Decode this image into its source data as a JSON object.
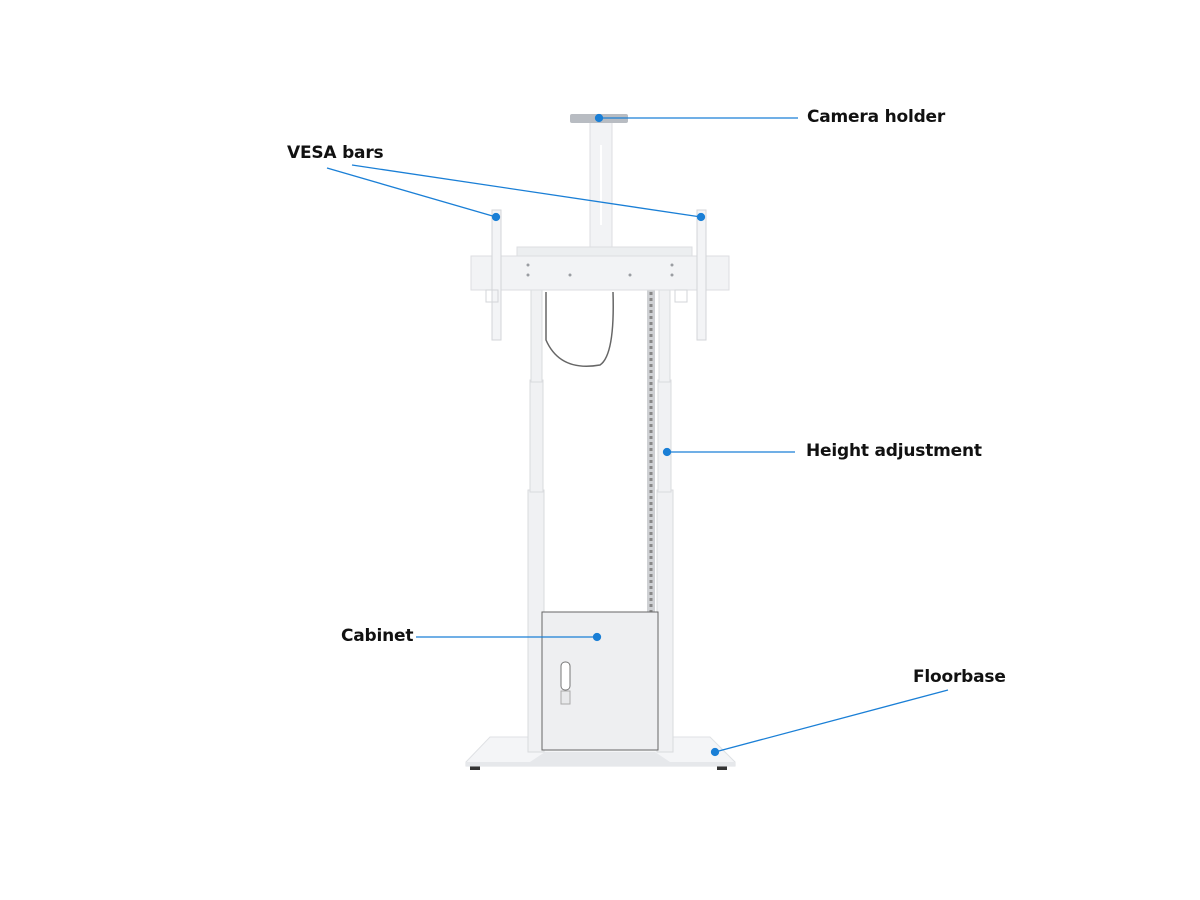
{
  "title": "Motorized display stand components",
  "labels": {
    "camera_holder": "Camera holder",
    "vesa_bars": "VESA bars",
    "height_adjustment": "Height adjustment",
    "cabinet": "Cabinet",
    "floorbase": "Floorbase"
  },
  "colors": {
    "callout": "#1a7fd6",
    "stand": "#f1f2f4",
    "stand_edge": "#d6d8dc",
    "text": "#111111"
  }
}
